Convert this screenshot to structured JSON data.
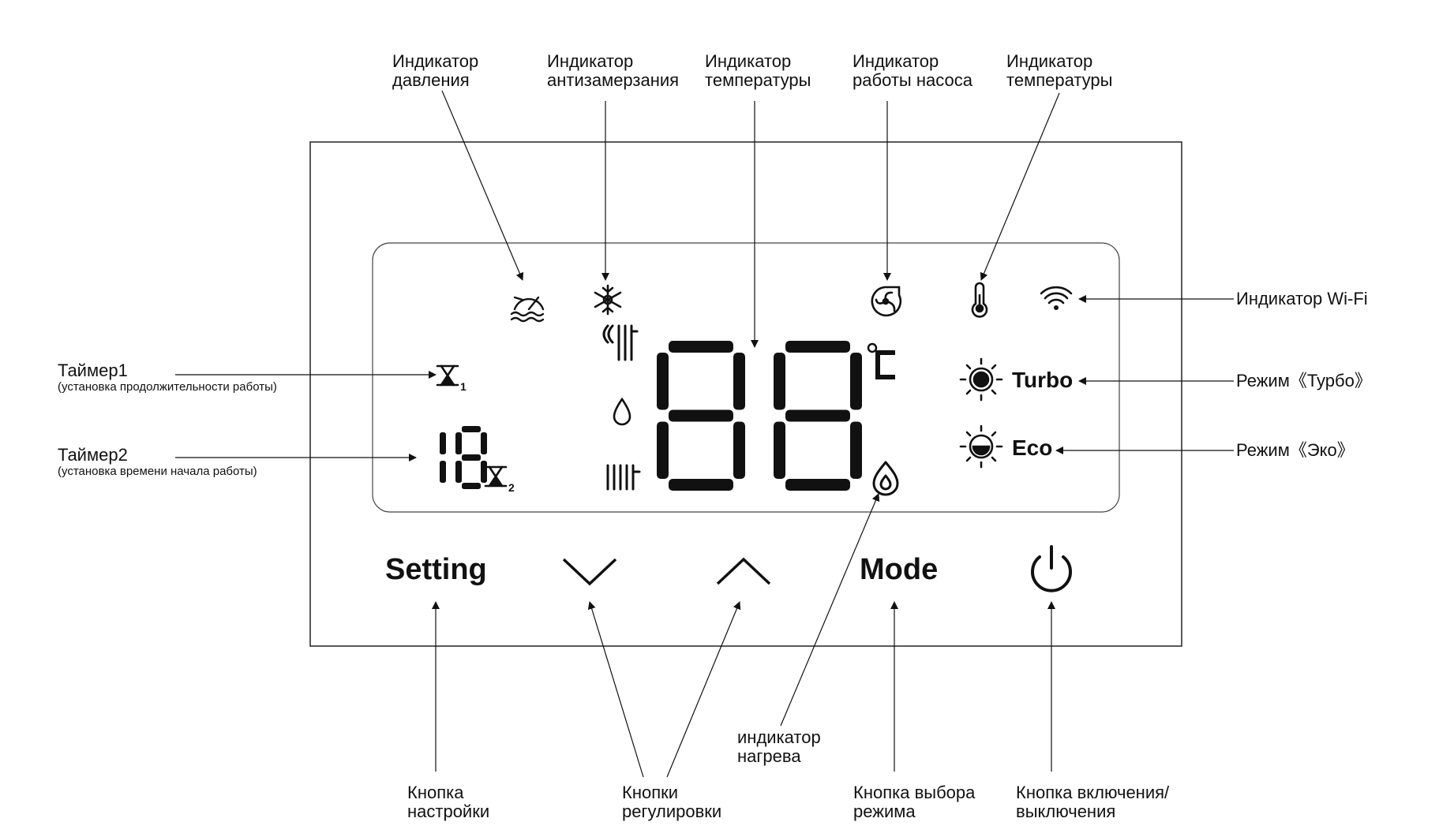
{
  "callouts": {
    "pressure": [
      "Индикатор",
      "давления"
    ],
    "antifreeze": [
      "Индикатор",
      "антизамерзания"
    ],
    "temperature_main": [
      "Индикатор",
      "температуры"
    ],
    "pump": [
      "Индикатор",
      "работы насоса"
    ],
    "temperature_sensor": [
      "Индикатор",
      "температуры"
    ],
    "wifi": "Индикатор Wi-Fi",
    "turbo_mode": "Режим《Турбо》",
    "eco_mode": "Режим《Эко》",
    "timer1": {
      "title": "Таймер1",
      "note": "(установка продолжительности работы)"
    },
    "timer2": {
      "title": "Таймер2",
      "note": "(установка времени начала работы)"
    },
    "heating": [
      "индикатор",
      "нагрева"
    ],
    "setting_button": [
      "Кнопка",
      "настройки"
    ],
    "adjust_buttons": [
      "Кнопки",
      "регулировки"
    ],
    "mode_button": [
      "Кнопка выбора",
      "режима"
    ],
    "power_button": [
      "Кнопка включения/",
      "выключения"
    ]
  },
  "display": {
    "main_value": "88",
    "unit": "°C",
    "timer_value": "18",
    "timer1_index": "1",
    "timer2_index": "2",
    "turbo_label": "Turbo",
    "eco_label": "Eco"
  },
  "buttons": {
    "setting_label": "Setting",
    "mode_label": "Mode"
  },
  "icons": {
    "pressure": "pressure-gauge-icon",
    "antifreeze": "snowflake-icon",
    "pump": "pump-fan-icon",
    "thermometer": "thermometer-icon",
    "wifi": "wifi-icon",
    "radiator_heating": "radiator-heating-icon",
    "water_drop": "water-drop-icon",
    "radiator": "radiator-icon",
    "flame": "flame-icon",
    "hourglass": "hourglass-icon",
    "turbo_sun": "sun-full-icon",
    "eco_sun": "sun-half-icon",
    "down": "chevron-down-icon",
    "up": "chevron-up-icon",
    "power": "power-icon"
  }
}
